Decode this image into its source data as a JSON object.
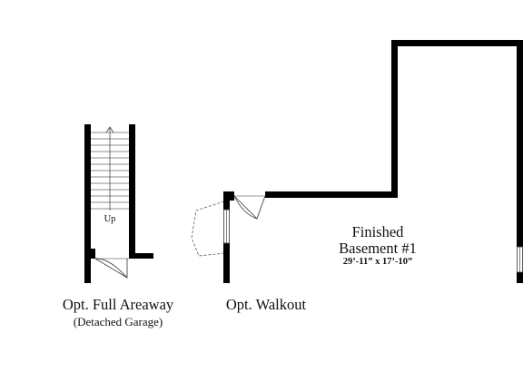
{
  "stair": {
    "up_label": "Up"
  },
  "areaway": {
    "title": "Opt. Full Areaway",
    "subtitle": "(Detached Garage)"
  },
  "walkout": {
    "title": "Opt. Walkout"
  },
  "basement": {
    "name_line1": "Finished",
    "name_line2": "Basement #1",
    "dimensions": "29’-11” x 17’-10”"
  },
  "colors": {
    "wall": "#000000",
    "line": "#555555",
    "background": "#ffffff"
  }
}
